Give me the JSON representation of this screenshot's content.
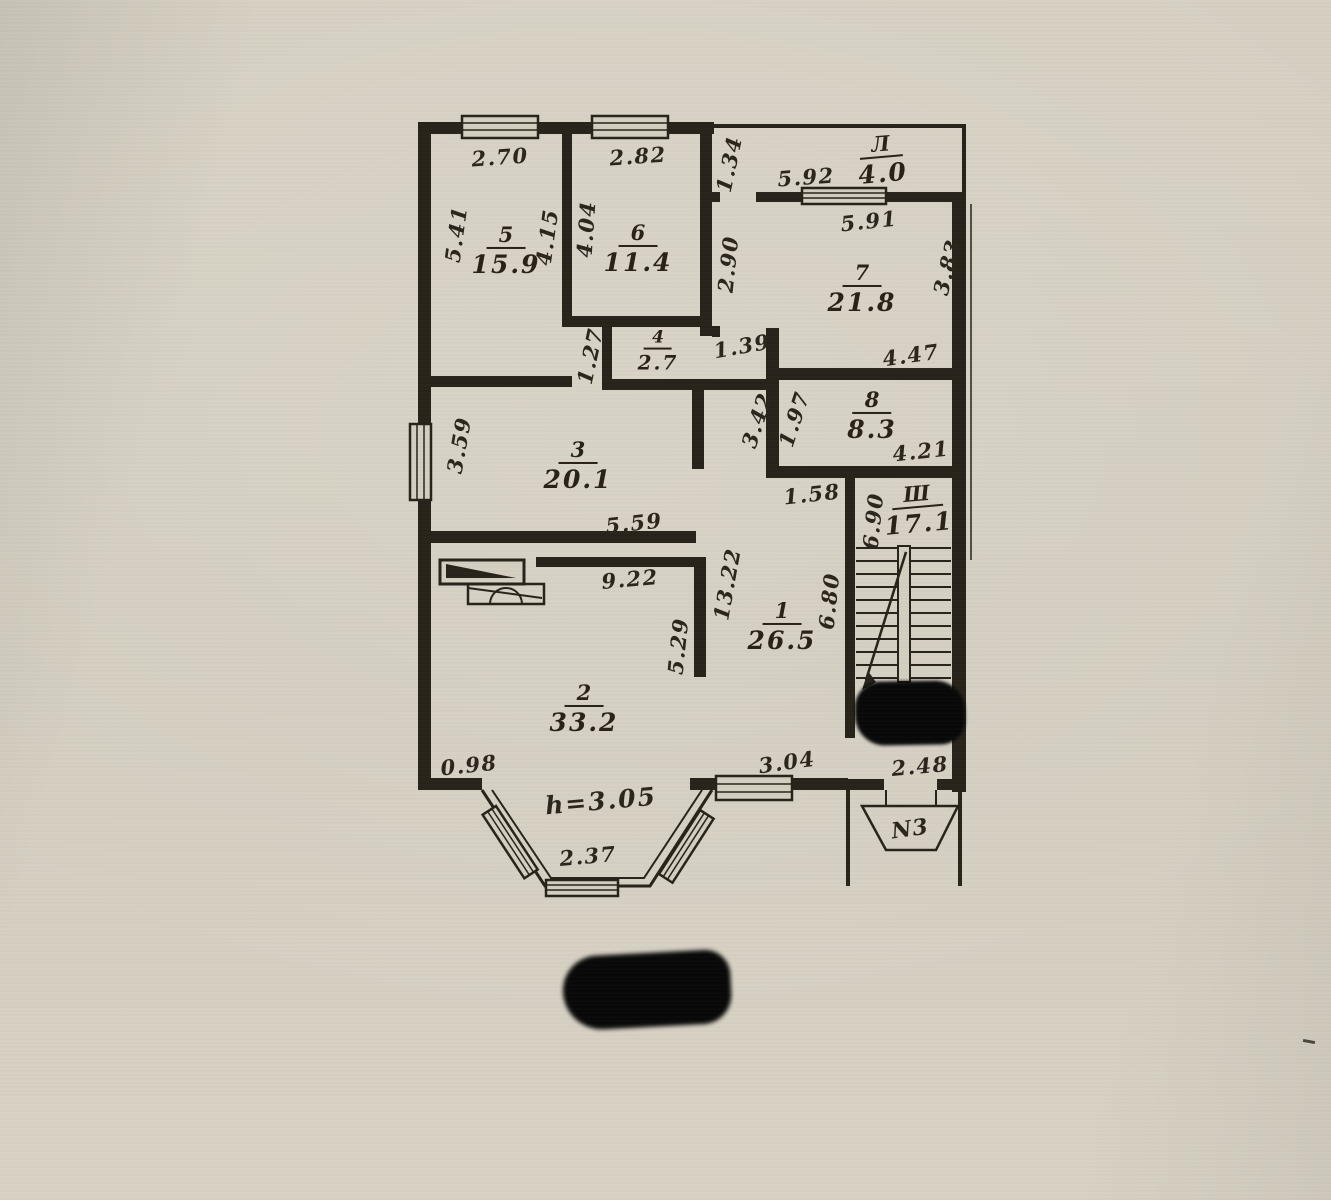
{
  "palette": {
    "paper": "#d4cec1",
    "ink": "#272219",
    "redaction": "#070707"
  },
  "plan": {
    "rooms": [
      {
        "key": "room-1",
        "number": "1",
        "area": "26.5"
      },
      {
        "key": "room-2",
        "number": "2",
        "area": "33.2"
      },
      {
        "key": "room-3",
        "number": "3",
        "area": "20.1"
      },
      {
        "key": "room-4",
        "number": "4",
        "area": "2.7"
      },
      {
        "key": "room-5",
        "number": "5",
        "area": "15.9"
      },
      {
        "key": "room-6",
        "number": "6",
        "area": "11.4"
      },
      {
        "key": "room-7",
        "number": "7",
        "area": "21.8"
      },
      {
        "key": "room-8",
        "number": "8",
        "area": "8.3"
      },
      {
        "key": "loggia",
        "number": "Л",
        "area": "4.0"
      },
      {
        "key": "stairwell",
        "number": "Ш",
        "area": "17.1"
      }
    ],
    "dims": {
      "r5_top": "2.70",
      "r6_top": "2.82",
      "loggia_left": "1.34",
      "loggia_width": "5.92",
      "r7_top": "5.91",
      "r5_left": "5.41",
      "r5_right": "4.15",
      "r6_left": "4.04",
      "r7_left": "2.90",
      "r7_right": "3.83",
      "r4_left": "1.27",
      "corr_door": "1.39",
      "r8_top": "4.47",
      "corr_height": "3.42",
      "r8_left": "1.97",
      "r8_bottom": "4.21",
      "r3_left": "3.59",
      "hall_door": "1.58",
      "stair_left": "6.90",
      "r3_bottom": "5.59",
      "r2_top": "9.22",
      "total_height": "13.22",
      "r2_right": "5.29",
      "r1_right": "6.80",
      "r2_bottom_left": "0.98",
      "r1_bottom": "3.04",
      "stair_bottom": "2.48",
      "bay_width": "2.37",
      "ceiling_height": "h=3.05",
      "entrance": "N3"
    }
  }
}
